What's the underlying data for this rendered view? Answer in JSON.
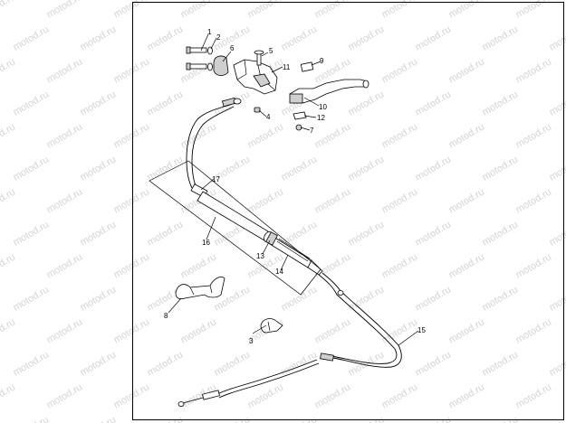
{
  "watermark": "motod.ru",
  "callouts": [
    {
      "id": "c1",
      "label": "1"
    },
    {
      "id": "c2",
      "label": "2"
    },
    {
      "id": "c3",
      "label": "3"
    },
    {
      "id": "c4",
      "label": "4"
    },
    {
      "id": "c5",
      "label": "5"
    },
    {
      "id": "c6",
      "label": "6"
    },
    {
      "id": "c7",
      "label": "7"
    },
    {
      "id": "c8",
      "label": "8"
    },
    {
      "id": "c9",
      "label": "9"
    },
    {
      "id": "c10",
      "label": "10"
    },
    {
      "id": "c11",
      "label": "11"
    },
    {
      "id": "c12",
      "label": "12"
    },
    {
      "id": "c13",
      "label": "13"
    },
    {
      "id": "c14",
      "label": "14"
    },
    {
      "id": "c15",
      "label": "15"
    },
    {
      "id": "c16",
      "label": "16"
    },
    {
      "id": "c17",
      "label": "17"
    }
  ],
  "colors": {
    "line": "#000000",
    "watermark": "#d4d4d4",
    "background": "#ffffff"
  }
}
